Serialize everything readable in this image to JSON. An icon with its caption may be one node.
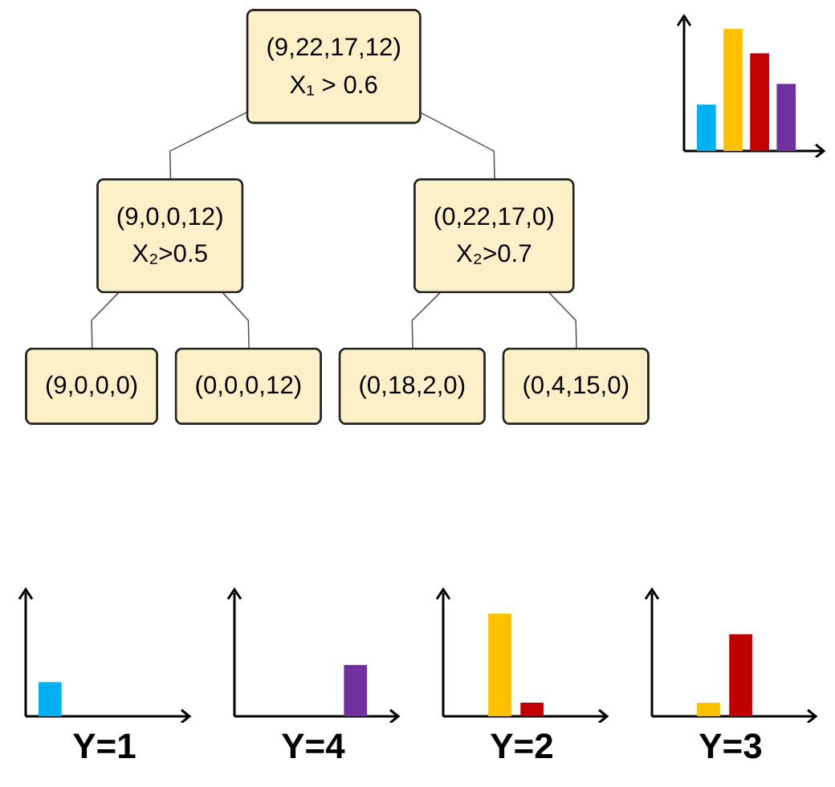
{
  "diagram": {
    "nodes": [
      {
        "text": [
          "(9,22,17,12)",
          "X₁ > 0.6"
        ]
      },
      {
        "text": [
          "(9,0,0,12)",
          "X₂>0.5"
        ]
      },
      {
        "text": [
          "(0,22,17,0)",
          "X₂>0.7"
        ]
      },
      {
        "text": [
          "(9,0,0,0)"
        ]
      },
      {
        "text": [
          "(0,0,0,12)"
        ]
      },
      {
        "text": [
          "(0,18,2,0)"
        ]
      },
      {
        "text": [
          "(0,4,15,0)"
        ]
      }
    ],
    "edges": [
      {
        "from": 0,
        "to": 1,
        "arrow": "none"
      },
      {
        "from": 0,
        "to": 2,
        "arrow": "none"
      },
      {
        "from": 1,
        "to": 3,
        "arrow": "none"
      },
      {
        "from": 1,
        "to": 4,
        "arrow": "none"
      },
      {
        "from": 2,
        "to": 5,
        "arrow": "none"
      },
      {
        "from": 2,
        "to": 6,
        "arrow": "none"
      }
    ],
    "labels": [
      "Y=1",
      "Y=4",
      "Y=2",
      "Y=3"
    ]
  }
}
